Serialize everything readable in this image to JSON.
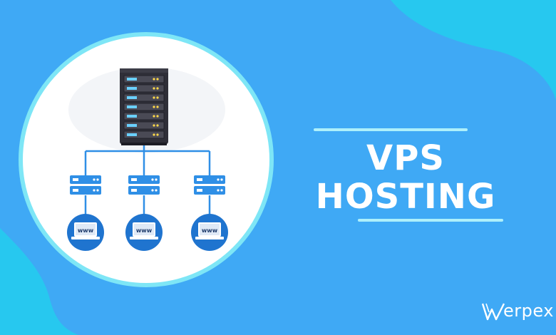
{
  "title": {
    "line1": "VPS",
    "line2": "HOSTING"
  },
  "brand": {
    "name": "erpex",
    "logo_icon": "w-logo-icon"
  },
  "diagram": {
    "server_icon": "server-rack-icon",
    "node_icon": "small-server-icon",
    "laptop_label": "www",
    "laptops": [
      "www",
      "www",
      "www"
    ]
  },
  "colors": {
    "background": "#3fa9f5",
    "accent_line": "#aef0fb",
    "circle_border": "#7ee6f6",
    "node_blue": "#2f8fe6",
    "laptop_blue": "#1f74cf",
    "server_dark": "#2f2f38"
  }
}
